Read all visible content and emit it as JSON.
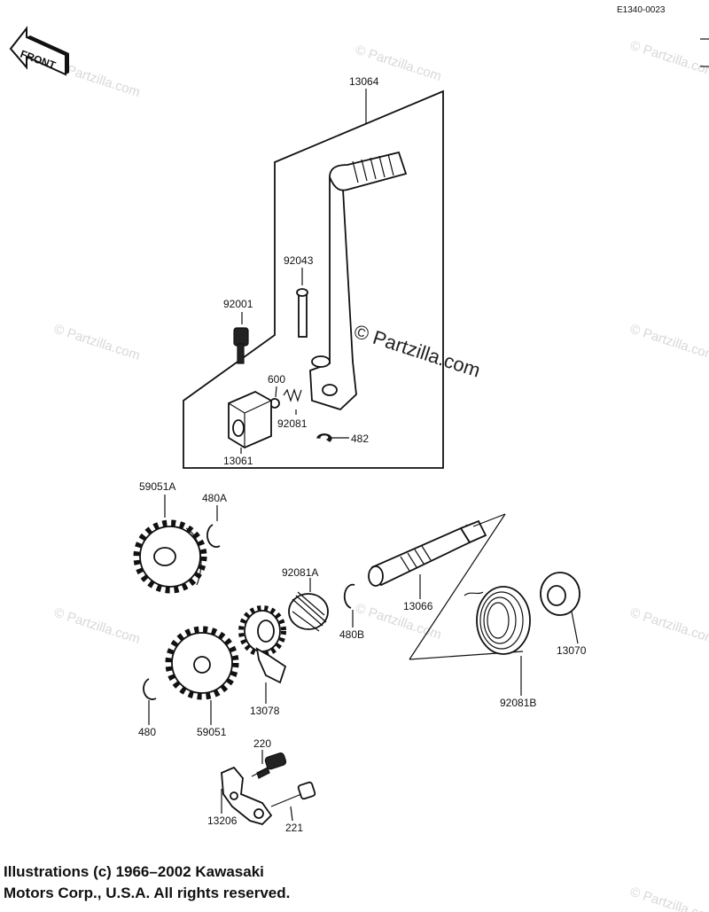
{
  "reference_code": "E1340-0023",
  "front_badge": "FRONT",
  "watermark": "© Partzilla.com",
  "watermark_main": "© Partzilla.com",
  "parts": {
    "p13064": "13064",
    "p92043": "92043",
    "p92001": "92001",
    "p600": "600",
    "p92081": "92081",
    "p13061": "13061",
    "p482": "482",
    "p59051A": "59051A",
    "p480A": "480A",
    "p92081A": "92081A",
    "p13066": "13066",
    "p480B": "480B",
    "p13078": "13078",
    "p92081B": "92081B",
    "p13070": "13070",
    "p480": "480",
    "p59051": "59051",
    "p220": "220",
    "p221": "221",
    "p13206": "13206"
  },
  "copyright_line1": "Illustrations (c) 1966–2002 Kawasaki",
  "copyright_line2": "Motors Corp., U.S.A.  All rights reserved."
}
